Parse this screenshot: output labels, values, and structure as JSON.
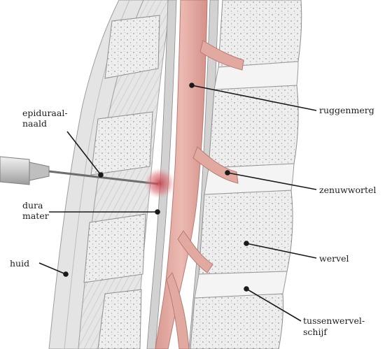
{
  "labels": {
    "needle_line1": "epiduraal-",
    "needle_line2": "naald",
    "dura_line1": "dura",
    "dura_line2": "mater",
    "skin": "huid",
    "cord": "ruggenmerg",
    "root": "zenuwwortel",
    "vertebra": "wervel",
    "disc_line1": "tussenwervel-",
    "disc_line2": "schijf"
  },
  "colors": {
    "cord": "#e2a9a0",
    "cord_edge": "#b87a74",
    "injection_site": "#c84a52",
    "bone": "#ececec",
    "tissue": "#d9d9d9"
  }
}
